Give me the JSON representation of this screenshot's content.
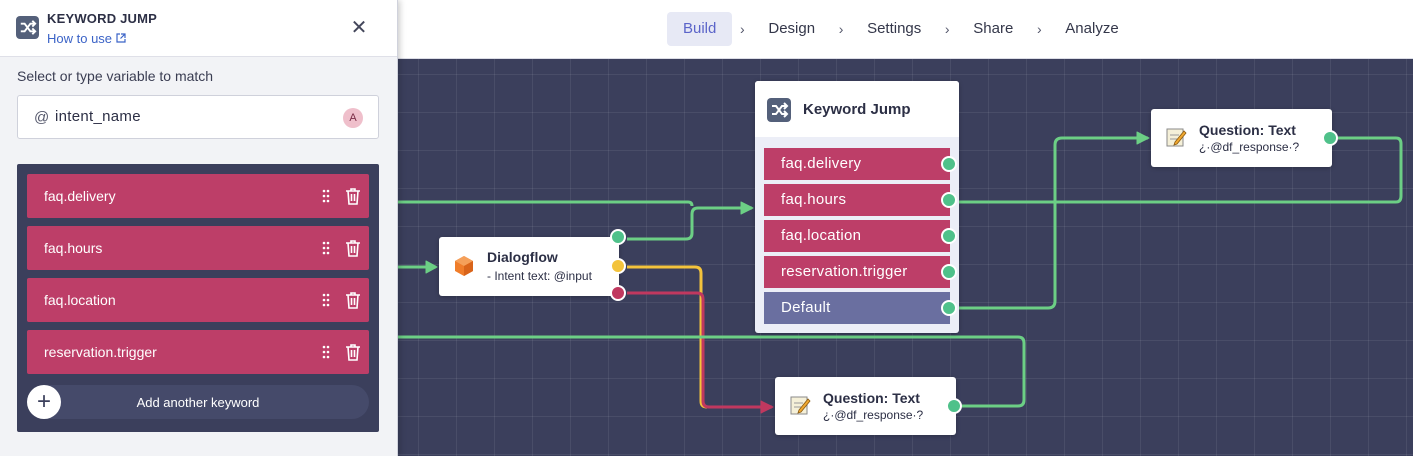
{
  "nav": {
    "tabs": [
      {
        "label": "Build",
        "active": true
      },
      {
        "label": "Design",
        "active": false
      },
      {
        "label": "Settings",
        "active": false
      },
      {
        "label": "Share",
        "active": false
      },
      {
        "label": "Analyze",
        "active": false
      }
    ],
    "separator": "›"
  },
  "panel": {
    "title": "KEYWORD JUMP",
    "help_link": "How to use",
    "close": "✕",
    "match_label": "Select or type variable to match",
    "variable": {
      "prefix": "@",
      "value": "intent_name",
      "badge": "A"
    },
    "keywords": [
      "faq.delivery",
      "faq.hours",
      "faq.location",
      "reservation.trigger"
    ],
    "add_label": "Add another keyword",
    "add_icon": "+"
  },
  "canvas": {
    "dialogflow": {
      "title": "Dialogflow",
      "subtitle": "- Intent text: @input"
    },
    "keyword_jump": {
      "title": "Keyword Jump",
      "rows": [
        "faq.delivery",
        "faq.hours",
        "faq.location",
        "reservation.trigger",
        "Default"
      ]
    },
    "question_top": {
      "title": "Question: Text",
      "subtitle": "¿·@df_response·?"
    },
    "question_bottom": {
      "title": "Question: Text",
      "subtitle": "¿·@df_response·?"
    }
  },
  "colors": {
    "accent": "#5b64c9",
    "keyword": "#bd3e68",
    "default_row": "#6a6fa0",
    "canvas": "#3b3f5c",
    "wire_green": "#6ccf85",
    "wire_yellow": "#f3c33c",
    "wire_red": "#c0385f"
  }
}
